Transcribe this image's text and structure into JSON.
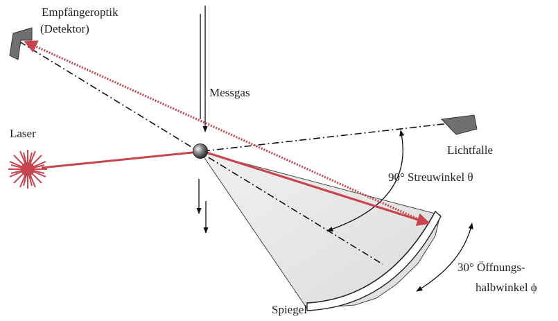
{
  "labels": {
    "detector_line1": "Empfängeroptik",
    "detector_line2": "(Detektor)",
    "gas": "Messgas",
    "laser": "Laser",
    "light_trap": "Lichtfalle",
    "scatter_angle": "90° Streuwinkel θ",
    "aperture_line1": "30° Öffnungs-",
    "aperture_line2": "halbwinkel ϕ",
    "mirror": "Spiegel"
  },
  "colors": {
    "laser_beam": "#c7464e",
    "mirror_fill": "#e9e9e9",
    "dark_part": "#6f6f6f",
    "line": "#111111",
    "particle": "#555555"
  },
  "icons": {
    "laser": "laser-starburst-icon",
    "particle": "particle-sphere-icon",
    "detector": "detector-optic-icon",
    "light_trap": "light-trap-icon"
  }
}
